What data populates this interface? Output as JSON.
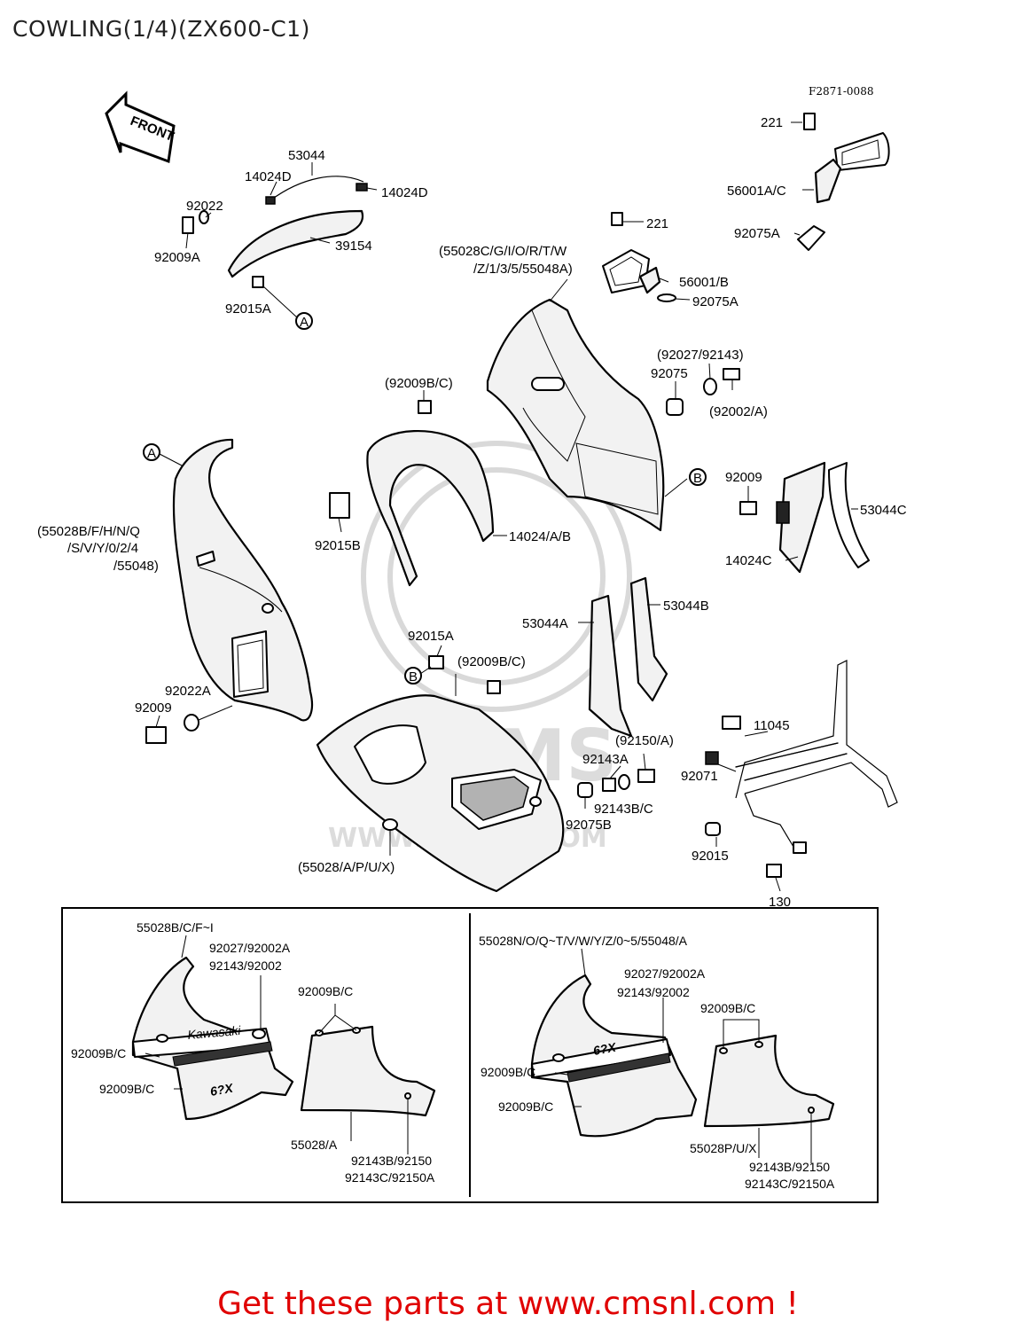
{
  "title": "COWLING(1/4)(ZX600-C1)",
  "figure_code": "F2871-0088",
  "front_label": "FRONT",
  "watermark": {
    "text": "WWW.CMSNL.COM",
    "logo": "CMS"
  },
  "footer": "Get these parts at www.cmsnl.com !",
  "labels": {
    "l221a": "221",
    "l56001ac": "56001A/C",
    "l92075a_top": "92075A",
    "l53044": "53044",
    "l14024d_l": "14024D",
    "l14024d_r": "14024D",
    "l92022": "92022",
    "l39154": "39154",
    "l92009a": "92009A",
    "l92015a_top": "92015A",
    "l221b": "221",
    "l55028c_1": "(55028C/G/I/O/R/T/W",
    "l55028c_2": "/Z/1/3/5/55048A)",
    "l56001b": "56001/B",
    "l92075a_mid": "92075A",
    "l92027": "(92027/92143)",
    "l92075": "92075",
    "l92002a": "(92002/A)",
    "l92009bc_top": "(92009B/C)",
    "l92009_r": "92009",
    "l53044c": "53044C",
    "l14024c": "14024C",
    "l55028b_1": "(55028B/F/H/N/Q",
    "l55028b_2": "/S/V/Y/0/2/4",
    "l55048": "/55048)",
    "l92015b": "92015B",
    "l14024ab": "14024/A/B",
    "l53044b": "53044B",
    "l53044a": "53044A",
    "l92015a_mid": "92015A",
    "l92009bc_mid": "(92009B/C)",
    "l92022a": "92022A",
    "l92009_l": "92009",
    "l11045": "11045",
    "l92150a": "(92150/A)",
    "l92143a": "92143A",
    "l92071": "92071",
    "l92143bc": "92143B/C",
    "l92075b": "92075B",
    "l92015": "92015",
    "l55028apux": "(55028/A/P/U/X)",
    "l130": "130",
    "circle_a": "A",
    "circle_b": "B"
  },
  "inset_left": {
    "header": "55028B/C/F~I",
    "l1": "92027/92002A",
    "l2": "92143/92002",
    "l3": "92009B/C",
    "l4": "92009B/C",
    "l5": "92009B/C",
    "l6": "55028/A",
    "l7": "92143B/92150",
    "l8": "92143C/92150A",
    "decal1": "Kawasaki",
    "decal2": "6?X"
  },
  "inset_right": {
    "header": "55028N/O/Q~T/V/W/Y/Z/0~5/55048/A",
    "l1": "92027/92002A",
    "l2": "92143/92002",
    "l3": "92009B/C",
    "l4": "92009B/C",
    "l5": "92009B/C",
    "l6": "55028P/U/X",
    "l7": "92143B/92150",
    "l8": "92143C/92150A",
    "decal2": "6?X"
  }
}
